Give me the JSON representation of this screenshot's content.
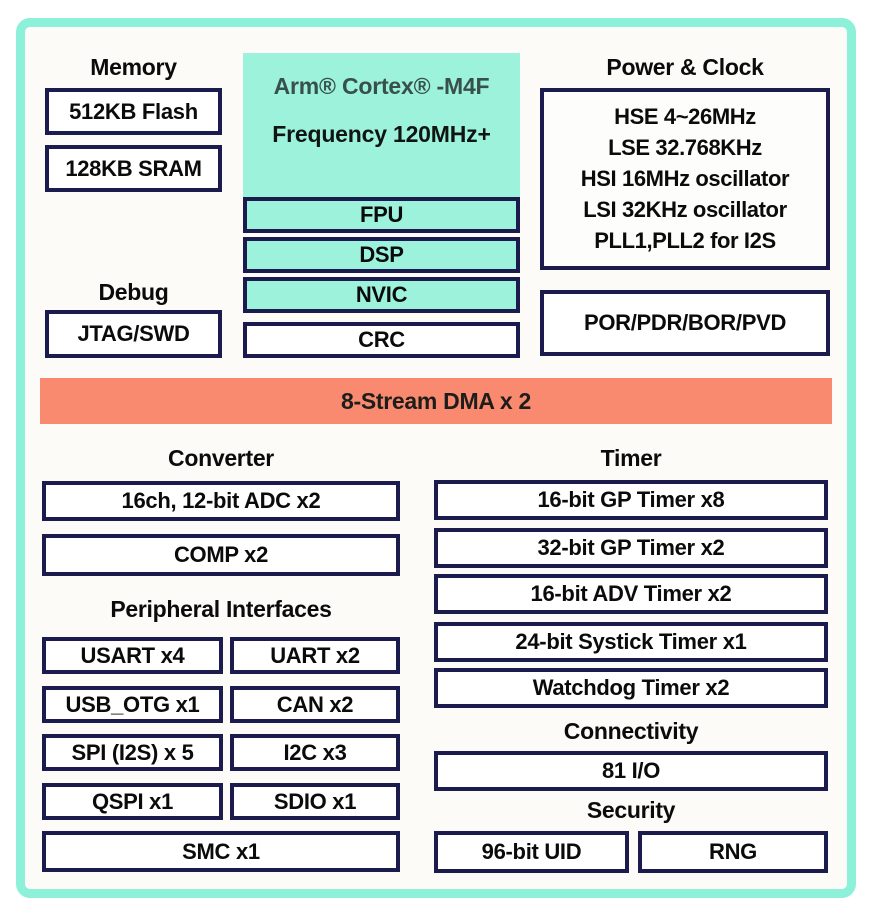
{
  "colors": {
    "frame_mint": "#8df0d8",
    "block_mint": "#9df2dc",
    "dma_salmon": "#f98a6f",
    "box_border_navy": "#1b1b4d",
    "cpu_title_green": "#37504b",
    "panel_bg": "#fcfbf7"
  },
  "memory": {
    "title": "Memory",
    "flash": "512KB Flash",
    "sram": "128KB SRAM"
  },
  "debug": {
    "title": "Debug",
    "jtag": "JTAG/SWD"
  },
  "cpu": {
    "name": "Arm® Cortex® -M4F",
    "frequency": "Frequency 120MHz+",
    "fpu": "FPU",
    "dsp": "DSP",
    "nvic": "NVIC",
    "crc": "CRC"
  },
  "power_clock": {
    "title": "Power & Clock",
    "lines": [
      "HSE 4~26MHz",
      "LSE 32.768KHz",
      "HSI 16MHz oscillator",
      "LSI 32KHz oscillator",
      "PLL1,PLL2 for I2S"
    ],
    "por": "POR/PDR/BOR/PVD"
  },
  "dma": {
    "label": "8-Stream DMA x 2"
  },
  "converter": {
    "title": "Converter",
    "adc": "16ch, 12-bit ADC x2",
    "comp": "COMP x2"
  },
  "peripheral": {
    "title": "Peripheral Interfaces",
    "grid": [
      [
        "USART x4",
        "UART x2"
      ],
      [
        "USB_OTG x1",
        "CAN x2"
      ],
      [
        "SPI (I2S) x 5",
        "I2C x3"
      ],
      [
        "QSPI x1",
        "SDIO x1"
      ]
    ],
    "smc": "SMC x1"
  },
  "timer": {
    "title": "Timer",
    "items": [
      "16-bit GP Timer x8",
      "32-bit GP Timer x2",
      "16-bit ADV Timer x2",
      "24-bit Systick Timer x1",
      "Watchdog Timer x2"
    ]
  },
  "connectivity": {
    "title": "Connectivity",
    "io": "81 I/O"
  },
  "security": {
    "title": "Security",
    "uid": "96-bit UID",
    "rng": "RNG"
  }
}
